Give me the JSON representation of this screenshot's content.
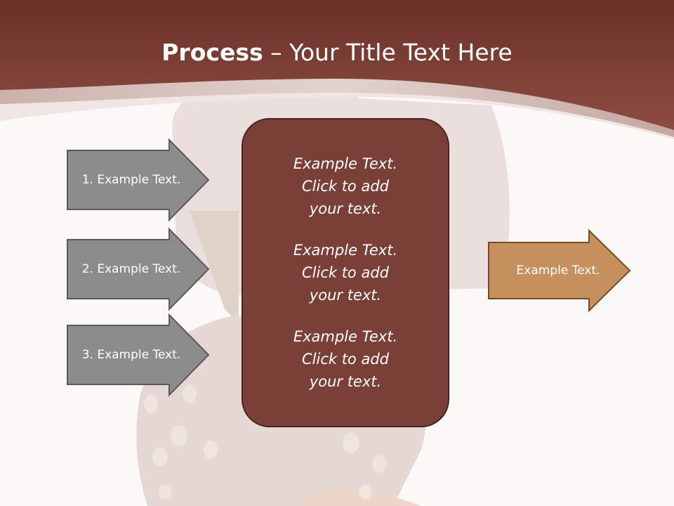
{
  "title": {
    "bold": "Process",
    "dash": " – ",
    "rest": "Your Title Text Here"
  },
  "inputs": [
    {
      "label": "1. Example Text."
    },
    {
      "label": "2. Example Text."
    },
    {
      "label": "3. Example Text."
    }
  ],
  "center": {
    "blocks": [
      "Example Text.\nClick  to add\nyour text.",
      "Example Text.\nClick  to add\nyour text.",
      "Example Text.\nClick  to add\nyour text."
    ]
  },
  "output": {
    "label": "Example Text."
  },
  "colors": {
    "header": "#7f3f36",
    "input_arrow": "#8c8c8c",
    "center_box": "#7a4038",
    "output_arrow": "#c58f5e",
    "background": "#fbf8f7"
  }
}
